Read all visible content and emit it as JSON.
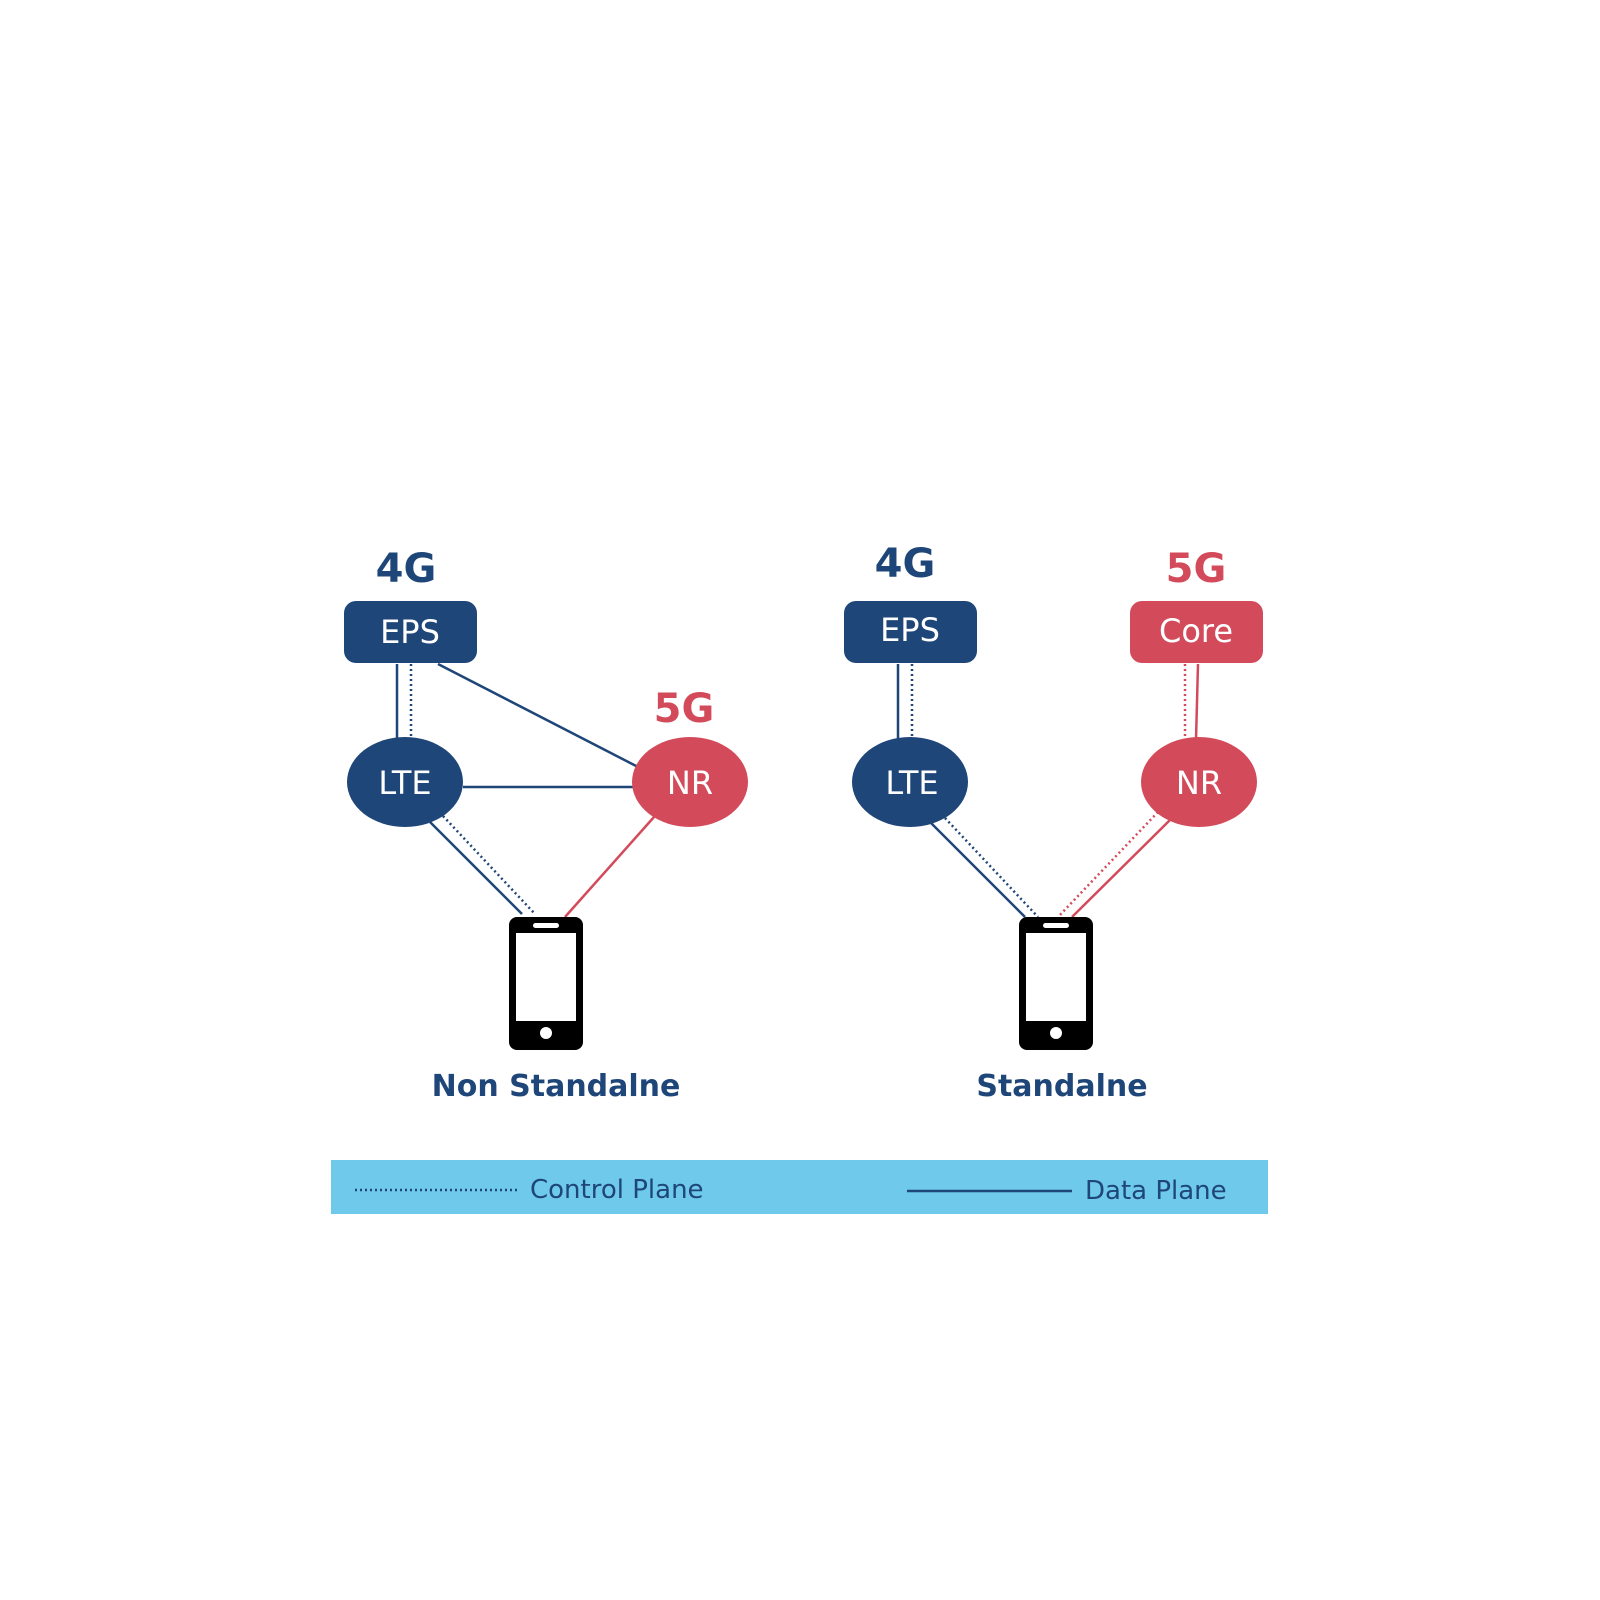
{
  "colors": {
    "blue": "#1f4678",
    "red": "#d34b5b",
    "legend_bg": "#6ec9ea",
    "phone": "#000000"
  },
  "non_standalone": {
    "gen_4g": "4G",
    "gen_5g": "5G",
    "eps": "EPS",
    "lte": "LTE",
    "nr": "NR",
    "caption": "Non Standalne"
  },
  "standalone": {
    "gen_4g": "4G",
    "gen_5g": "5G",
    "eps": "EPS",
    "core": "Core",
    "lte": "LTE",
    "nr": "NR",
    "caption": "Standalne"
  },
  "legend": {
    "control": "Control Plane",
    "data": "Data Plane"
  },
  "icons": {
    "phone": "smartphone-icon"
  }
}
